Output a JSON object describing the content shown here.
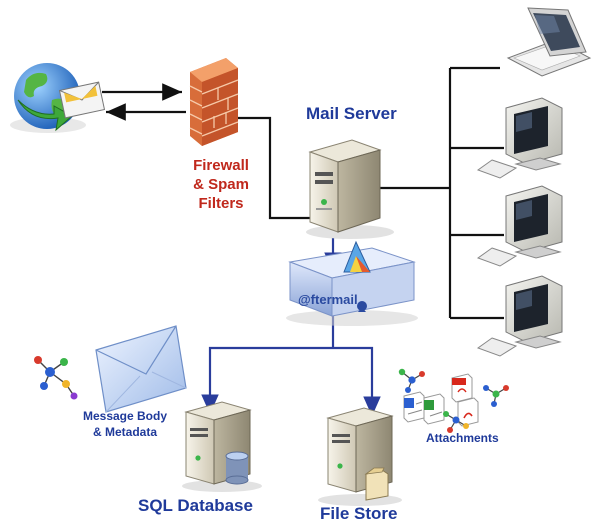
{
  "labels": {
    "mail_server": "Mail Server",
    "firewall_line1": "Firewall",
    "firewall_line2": "& Spam",
    "firewall_line3": "Filters",
    "message_line1": "Message Body",
    "message_line2": "& Metadata",
    "attachments": "Attachments",
    "sql_database": "SQL Database",
    "file_store": "File Store"
  },
  "brand": {
    "logo_text": "@ftermail"
  },
  "colors": {
    "label_blue": "#1f3a9a",
    "label_red": "#c0281c",
    "connector_black": "#111111",
    "connector_blue": "#2a3d9c",
    "appliance_blue": "#a9bde6"
  }
}
